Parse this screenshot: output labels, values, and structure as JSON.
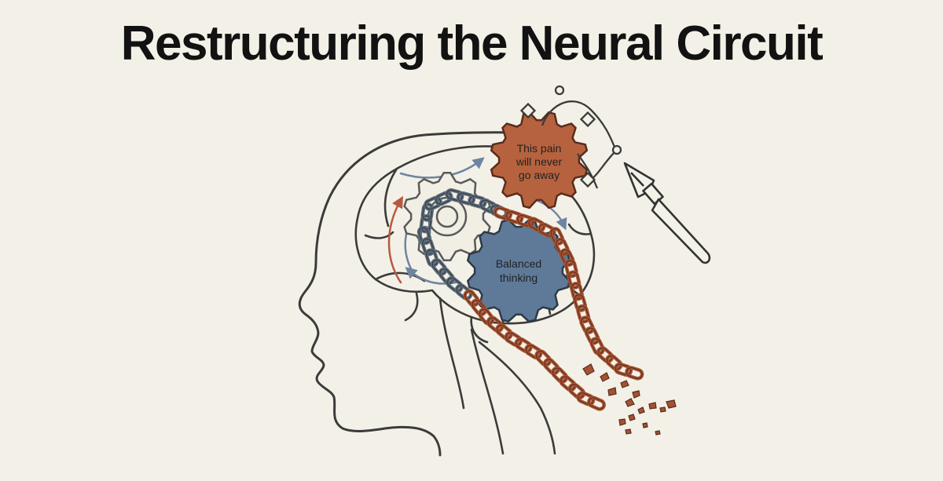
{
  "title": "Restructuring the Neural Circuit",
  "negative_gear": {
    "lines": [
      "This pain",
      "will never",
      "go away"
    ]
  },
  "balanced_gear": {
    "lines": [
      "Balanced",
      "thinking"
    ]
  },
  "colors": {
    "background": "#f3f1e7",
    "outline": "#3b3b3b",
    "chain_old": "#5d6b78",
    "chain_rust": "#a55232",
    "negative_gear": "#b7623f",
    "balanced_gear": "#5f7a99",
    "arrow_blue": "#6f84a0",
    "arrow_red": "#b8593e"
  },
  "icons": [
    "gear-icon",
    "chain-icon",
    "pen-nib-icon",
    "bezier-path-icon"
  ]
}
